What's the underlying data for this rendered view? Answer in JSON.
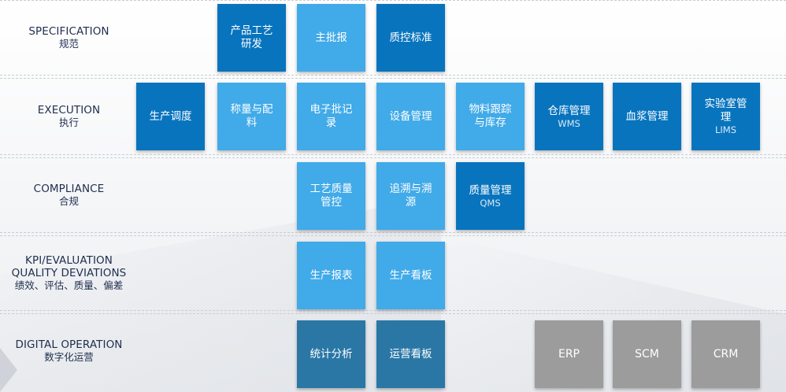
{
  "rows": [
    {
      "en": "SPECIFICATION",
      "cn": "规范"
    },
    {
      "en": "EXECUTION",
      "cn": "执行"
    },
    {
      "en": "COMPLIANCE",
      "cn": "合规"
    },
    {
      "en": "KPI/EVALUATION",
      "en2": "QUALITY DEVIATIONS",
      "cn": "绩效、评估、质量、偏差"
    },
    {
      "en": "DIGITAL OPERATION",
      "cn": "数字化运营"
    }
  ],
  "specification": [
    {
      "line1": "产品工艺",
      "line2": "研发"
    },
    {
      "line1": "主批报"
    },
    {
      "line1": "质控标准"
    }
  ],
  "execution": [
    {
      "line1": "生产调度"
    },
    {
      "line1": "称量与配",
      "line2": "料"
    },
    {
      "line1": "电子批记",
      "line2": "录"
    },
    {
      "line1": "设备管理"
    },
    {
      "line1": "物料跟踪",
      "line2": "与库存"
    },
    {
      "line1": "仓库管理",
      "sub": "WMS"
    },
    {
      "line1": "血浆管理"
    },
    {
      "line1": "实验室管",
      "line2": "理",
      "sub": "LIMS"
    }
  ],
  "compliance": [
    {
      "line1": "工艺质量",
      "line2": "管控"
    },
    {
      "line1": "追溯与溯",
      "line2": "源"
    },
    {
      "line1": "质量管理",
      "sub": "QMS"
    }
  ],
  "kpi": [
    {
      "line1": "生产报表"
    },
    {
      "line1": "生产看板"
    }
  ],
  "digital": [
    {
      "line1": "统计分析"
    },
    {
      "line1": "运营看板"
    },
    {
      "line1": "ERP"
    },
    {
      "line1": "SCM"
    },
    {
      "line1": "CRM"
    }
  ],
  "colors": {
    "dark_blue": "#0874be",
    "light_blue": "#41aae8",
    "teal": "#2a77a6",
    "gray": "#9c9c9c",
    "label_text": "#1f2d4d"
  }
}
